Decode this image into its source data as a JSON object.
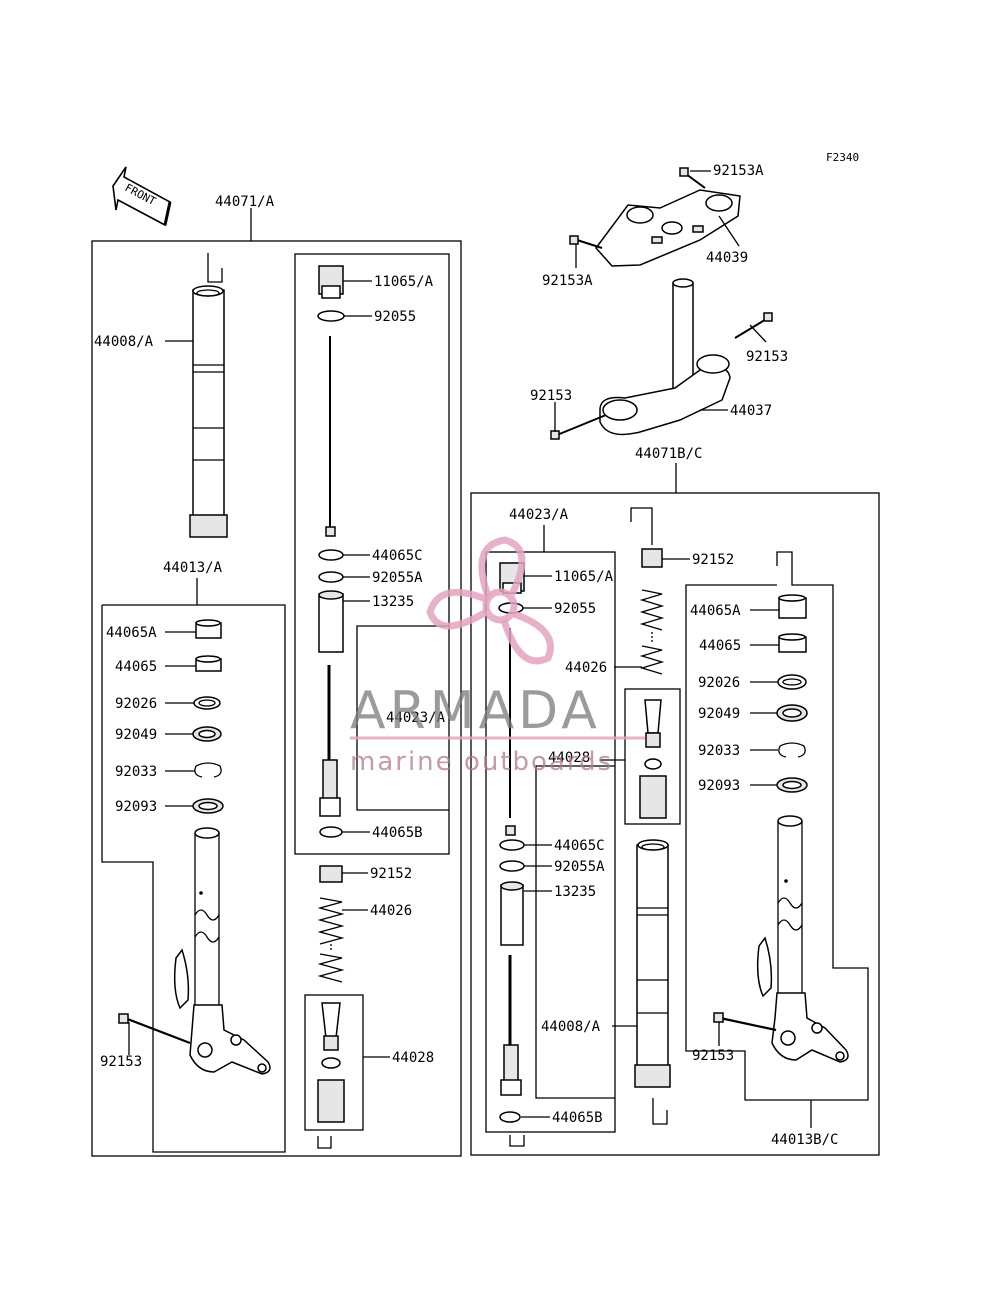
{
  "figure_code": "F2340",
  "front_arrow_label": "FRONT",
  "watermark": {
    "brand": "ARMADA",
    "tagline": "marine outboards"
  },
  "labels": {
    "l44071A": "44071/A",
    "l44008A_left": "44008/A",
    "l44013A": "44013/A",
    "l44065A_left": "44065A",
    "l44065_left": "44065",
    "l92026_left": "92026",
    "l92049_left": "92049",
    "l92033_left": "92033",
    "l92093_left": "92093",
    "l92153_left": "92153",
    "l11065A_left": "11065/A",
    "l92055_left": "92055",
    "l44065C_left": "44065C",
    "l92055A_left": "92055A",
    "l13235_left": "13235",
    "l44023A_left": "44023/A",
    "l44065B_left": "44065B",
    "l92152_left": "92152",
    "l44026_left": "44026",
    "l44028_left": "44028",
    "l92153A_top": "92153A",
    "l44039": "44039",
    "l92153A_mid": "92153A",
    "l92153_r1": "92153",
    "l92153_r2": "92153",
    "l44037": "44037",
    "l44071BC": "44071B/C",
    "l44023A_right": "44023/A",
    "l11065A_right": "11065/A",
    "l92055_right": "92055",
    "l44065C_right": "44065C",
    "l92055A_right": "92055A",
    "l13235_right": "13235",
    "l44008A_right": "44008/A",
    "l44065B_right": "44065B",
    "l92152_right": "92152",
    "l44026_right": "44026",
    "l44028_right": "44028",
    "l44065A_right": "44065A",
    "l44065_right": "44065",
    "l92026_right": "92026",
    "l92049_right": "92049",
    "l92033_right": "92033",
    "l92093_right": "92093",
    "l92153_right3": "92153",
    "l44013BC": "44013B/C"
  }
}
